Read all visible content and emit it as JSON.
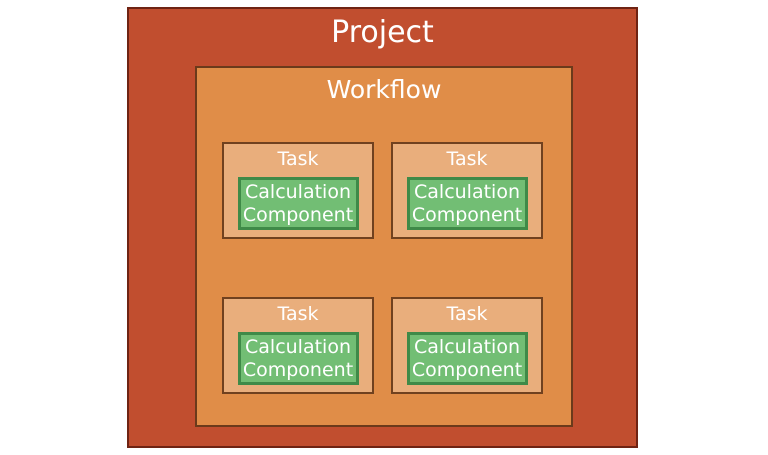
{
  "diagram": {
    "project": {
      "label": "Project"
    },
    "workflow": {
      "label": "Workflow"
    },
    "tasks": [
      {
        "label": "Task",
        "component_label": "Calculation Component"
      },
      {
        "label": "Task",
        "component_label": "Calculation Component"
      },
      {
        "label": "Task",
        "component_label": "Calculation Component"
      },
      {
        "label": "Task",
        "component_label": "Calculation Component"
      }
    ]
  },
  "colors": {
    "project_fill": "#C14E2F",
    "project_border": "#6F2313",
    "workflow_fill": "#E08D48",
    "workflow_border": "#6B3A1B",
    "task_fill": "#E9AE7C",
    "task_border": "#70411F",
    "component_fill": "#72BE74",
    "component_border": "#3F8A48",
    "text": "#FFFFFF"
  }
}
